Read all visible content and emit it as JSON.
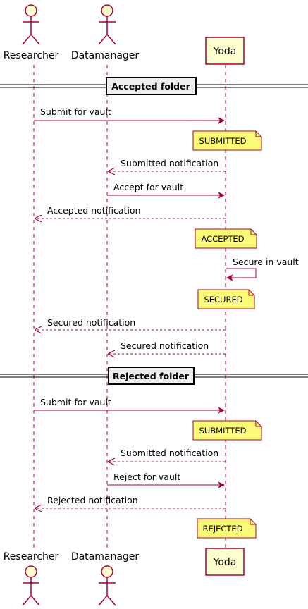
{
  "participants": {
    "researcher": "Researcher",
    "datamanager": "Datamanager",
    "yoda": "Yoda"
  },
  "dividers": [
    {
      "label": "Accepted folder"
    },
    {
      "label": "Rejected folder"
    }
  ],
  "messages": [
    {
      "label": "Submit for vault",
      "from": "researcher",
      "to": "yoda",
      "style": "solid"
    },
    {
      "label": "Submitted notification",
      "from": "yoda",
      "to": "datamanager",
      "style": "dashed"
    },
    {
      "label": "Accept for vault",
      "from": "datamanager",
      "to": "yoda",
      "style": "solid"
    },
    {
      "label": "Accepted notification",
      "from": "yoda",
      "to": "researcher",
      "style": "dashed"
    },
    {
      "label": "Secure in vault",
      "from": "yoda",
      "to": "yoda",
      "style": "solid"
    },
    {
      "label": "Secured notification",
      "from": "yoda",
      "to": "researcher",
      "style": "dashed"
    },
    {
      "label": "Secured notification",
      "from": "yoda",
      "to": "datamanager",
      "style": "dashed"
    },
    {
      "label": "Submit for vault",
      "from": "researcher",
      "to": "yoda",
      "style": "solid"
    },
    {
      "label": "Submitted notification",
      "from": "yoda",
      "to": "datamanager",
      "style": "dashed"
    },
    {
      "label": "Reject for vault",
      "from": "datamanager",
      "to": "yoda",
      "style": "solid"
    },
    {
      "label": "Rejected notification",
      "from": "yoda",
      "to": "researcher",
      "style": "dashed"
    }
  ],
  "notes": [
    {
      "label": "SUBMITTED"
    },
    {
      "label": "ACCEPTED"
    },
    {
      "label": "SECURED"
    },
    {
      "label": "SUBMITTED"
    },
    {
      "label": "REJECTED"
    }
  ],
  "colors": {
    "line": "#A80036",
    "note_fill": "#FBFB77",
    "participant_fill": "#FEFECE",
    "divider_fill": "#EEEEEE"
  }
}
